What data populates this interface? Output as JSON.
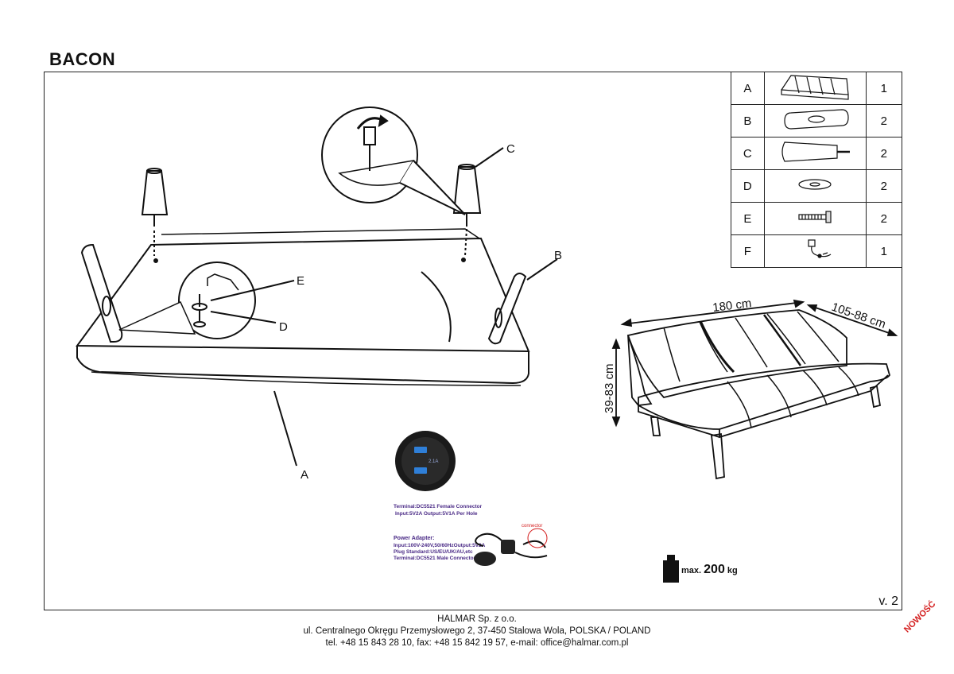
{
  "title": "BACON",
  "version": "v. 2",
  "parts": [
    {
      "letter": "A",
      "icon": "sofa-frame-icon",
      "qty": "1"
    },
    {
      "letter": "B",
      "icon": "armrest-icon",
      "qty": "2"
    },
    {
      "letter": "C",
      "icon": "leg-icon",
      "qty": "2"
    },
    {
      "letter": "D",
      "icon": "washer-icon",
      "qty": "2"
    },
    {
      "letter": "E",
      "icon": "screw-icon",
      "qty": "2"
    },
    {
      "letter": "F",
      "icon": "usb-adapter-icon",
      "qty": "1"
    }
  ],
  "callouts": {
    "a": "A",
    "b": "B",
    "c": "C",
    "d": "D",
    "e": "E"
  },
  "dimensions": {
    "width": "180 cm",
    "depth": "105-88 cm",
    "height": "39-83 cm"
  },
  "usb": {
    "port_label": "2.1A",
    "terminal_female": "Terminal:DC5521 Female Connector",
    "input_output": "Input:5V2A   Output:5V1A Per Hole",
    "power_adapter": "Power Adapter:",
    "adapter_io": "Input:100V-240V,50/60HzOutput:5V2A",
    "plug_standard": "Plug Standard:US/EU/UK/AU,etc",
    "terminal_male": "Terminal:DC5521 Male Connector",
    "connector": "connector"
  },
  "max_load": {
    "prefix": "max.",
    "value": "200",
    "unit": "kg"
  },
  "footer": {
    "company": "HALMAR Sp. z o.o.",
    "address": "ul. Centralnego Okręgu Przemysłowego 2, 37-450 Stalowa Wola, POLSKA / POLAND",
    "contact": "tel. +48 15 843 28 10, fax: +48 15 842 19 57, e-mail: office@halmar.com.pl"
  },
  "badge": "NOWOŚĆ",
  "colors": {
    "line": "#111111",
    "badge": "#d41f1f",
    "spec_text": "#4a2a86",
    "usb_blue": "#2f7fd8"
  }
}
